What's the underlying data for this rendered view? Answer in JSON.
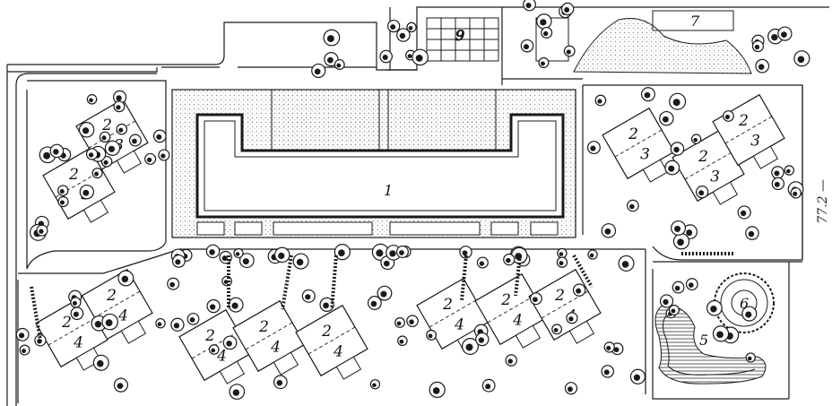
{
  "labels": {
    "school": "1",
    "house_type_2": "2",
    "house_type_3": "3",
    "house_type_4": "4",
    "pond": "5",
    "round_pavilion": "6",
    "building_7": "7",
    "sports_grid": "9"
  },
  "side_caption": "77.2 —",
  "colors": {
    "ink": "#1a1a1a",
    "paper": "#ffffff",
    "stipple": "#bdbdbd"
  }
}
